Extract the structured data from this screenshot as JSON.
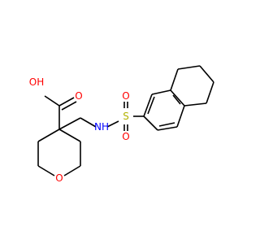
{
  "atoms": {
    "hydroxyl": "OH",
    "carbonyl_oxygen": "O",
    "ring_oxygen": "O",
    "amine": "NH",
    "sulfur": "S",
    "sulfonyl_oxygen_top": "O",
    "sulfonyl_oxygen_bottom": "O"
  },
  "colors": {
    "bond": "#000000",
    "oxygen": "#ff0000",
    "nitrogen": "#0000ff",
    "sulfur": "#b2b200"
  }
}
